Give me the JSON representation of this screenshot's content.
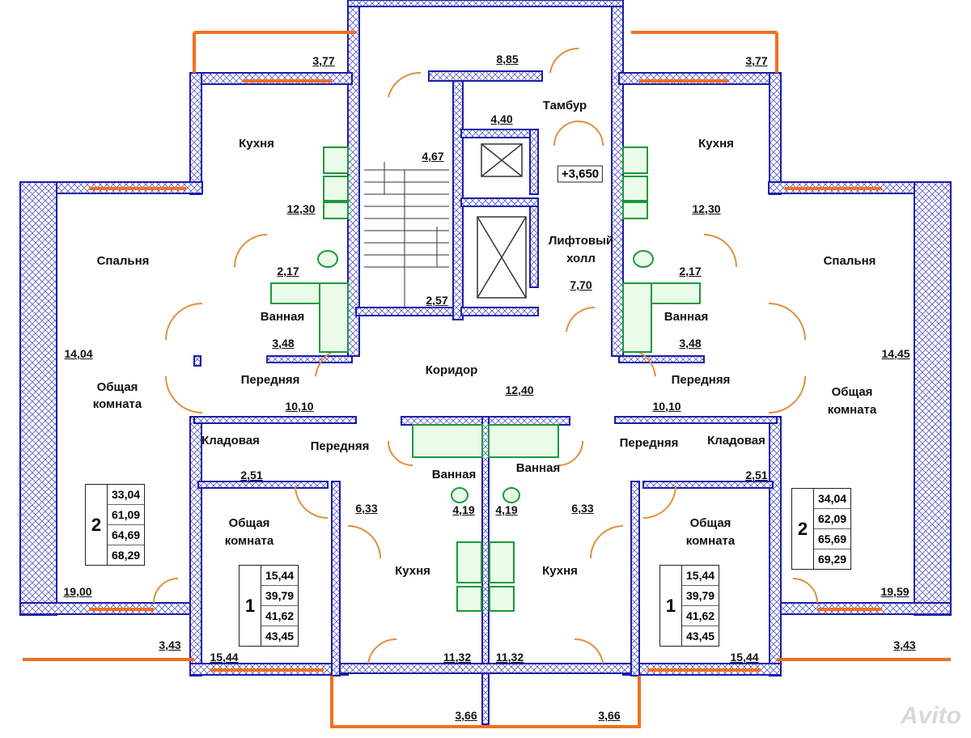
{
  "rooms": {
    "tambur": "Тамбур",
    "lift_hall_1": "Лифтовый",
    "lift_hall_2": "холл",
    "corridor": "Коридор",
    "kitchen": "Кухня",
    "bedroom": "Спальня",
    "bathroom": "Ванная",
    "hall": "Передняя",
    "living_1": "Общая",
    "living_2": "комната",
    "storage": "Кладовая"
  },
  "elevation_mark": "+3,650",
  "areas": {
    "balcony_top_left": "3,77",
    "tambur_top": "8,85",
    "balcony_top_right": "3,77",
    "lift_hall_small": "4,40",
    "stair": "4,67",
    "stair_landing": "2,57",
    "lift_hall": "7,70",
    "kitchen_left": "12,30",
    "kitchen_right": "12,30",
    "wc_left": "2,17",
    "wc_right": "2,17",
    "bath_left": "3,48",
    "bath_right": "3,48",
    "bedroom_left": "14,04",
    "bedroom_right": "14,45",
    "corridor": "12,40",
    "hall_left": "10,10",
    "hall_right": "10,10",
    "storage_left": "2,51",
    "storage_right": "2,51",
    "hall_small_left": "6,33",
    "bath_small_left": "4,19",
    "bath_small_right": "4,19",
    "hall_small_right": "6,33",
    "living_left": "19,00",
    "living_right": "19,59",
    "loggia_left": "3,43",
    "loggia_right": "3,43",
    "living_1r_left": "15,44",
    "living_1r_right": "15,44",
    "kitchen_small_left": "11,32",
    "kitchen_small_right": "11,32",
    "balcony_bottom_left": "3,66",
    "balcony_bottom_right": "3,66"
  },
  "apartments": [
    {
      "rooms": "2",
      "values": [
        "33,04",
        "61,09",
        "64,69",
        "68,29"
      ]
    },
    {
      "rooms": "2",
      "values": [
        "34,04",
        "62,09",
        "65,69",
        "69,29"
      ]
    },
    {
      "rooms": "1",
      "values": [
        "15,44",
        "39,79",
        "41,62",
        "43,45"
      ]
    },
    {
      "rooms": "1",
      "values": [
        "15,44",
        "39,79",
        "41,62",
        "43,45"
      ]
    }
  ],
  "watermark": "Avito",
  "colors": {
    "wall": "#1c1ca8",
    "window": "#f07020",
    "door": "#e09040",
    "fixture": "#1a9a3a"
  }
}
